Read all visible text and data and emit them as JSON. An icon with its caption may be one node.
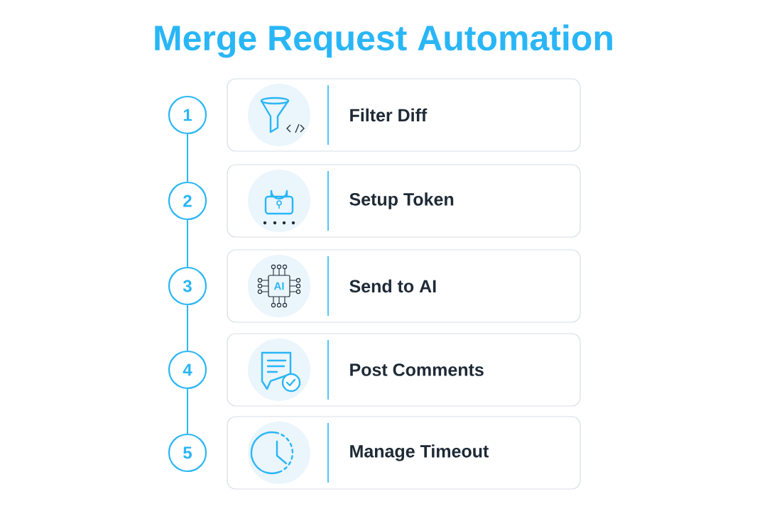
{
  "diagram": {
    "title": "Merge Request Automation",
    "nodes": [
      {
        "text": [
          "1"
        ]
      },
      {
        "text": [
          "Filter Diff"
        ]
      },
      {
        "text": [
          "2"
        ]
      },
      {
        "text": [
          "Setup Token"
        ]
      },
      {
        "text": [
          "3"
        ]
      },
      {
        "text": [
          "Send to AI"
        ]
      },
      {
        "text": [
          "4"
        ]
      },
      {
        "text": [
          "Post Comments"
        ]
      },
      {
        "text": [
          "5"
        ]
      },
      {
        "text": [
          "Manage Timeout"
        ]
      }
    ],
    "edges": [
      {
        "from": 0,
        "to": 2,
        "arrow": "none"
      },
      {
        "from": 2,
        "to": 4,
        "arrow": "none"
      },
      {
        "from": 4,
        "to": 6,
        "arrow": "none"
      },
      {
        "from": 6,
        "to": 8,
        "arrow": "none"
      }
    ],
    "labels": [
      "AI"
    ]
  }
}
